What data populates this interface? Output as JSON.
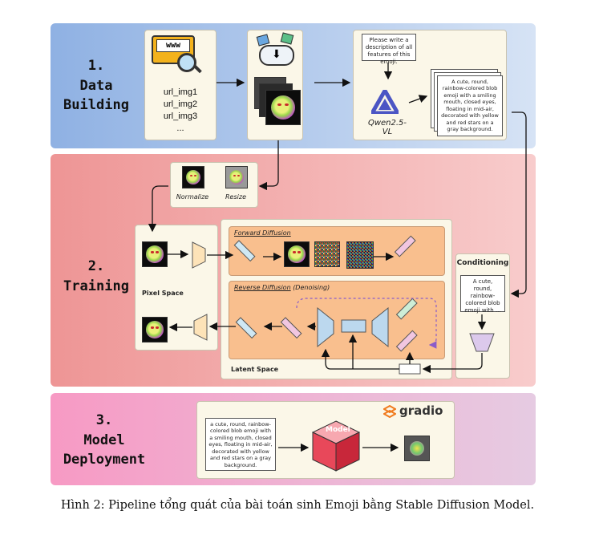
{
  "colors": {
    "stage1_bg": "#a9c4ea",
    "stage2_bg": "#f2a7a7",
    "stage3_bg": "#f2b6cf",
    "card_bg": "#fbf7e8",
    "subpanel_bg": "#f9bf8e",
    "gradio_orange": "#f07b1f"
  },
  "stage1": {
    "title_num": "1.",
    "title_l1": "Data",
    "title_l2": "Building",
    "www_label": "www",
    "urls": [
      "url_img1",
      "url_img2",
      "url_img3",
      "..."
    ],
    "prompt_note": "Please write a description of all features of this emoji.",
    "qwen_label": "Qwen2.5-VL",
    "desc_note": "A cute, round, rainbow-colored blob emoji with a smiling mouth, closed eyes, floating in mid-air, decorated with yellow and red stars on a gray background."
  },
  "stage2": {
    "title_num": "2.",
    "title_l1": "Training",
    "normalize_label": "Normalize",
    "resize_label": "Resize",
    "pixel_space_label": "Pixel Space",
    "forward_label": "Forward Diffusion",
    "reverse_label": "Reverse Diffusion",
    "reverse_sub": "(Denoising)",
    "latent_label": "Latent Space",
    "conditioning_title": "Conditioning",
    "conditioning_text": "A cute, round, rainbow-colored blob emoji with ..."
  },
  "stage3": {
    "title_num": "3.",
    "title_l1": "Model",
    "title_l2": "Deployment",
    "gradio_label": "gradio",
    "prompt_text": "a cute, round, rainbow-colored blob emoji with a smiling mouth, closed eyes, floating in mid-air, decorated with yellow and red stars on a gray background.",
    "model_label": "Model"
  },
  "caption": "Hình 2: Pipeline tổng quát của bài toán sinh Emoji bằng Stable Diffusion Model."
}
